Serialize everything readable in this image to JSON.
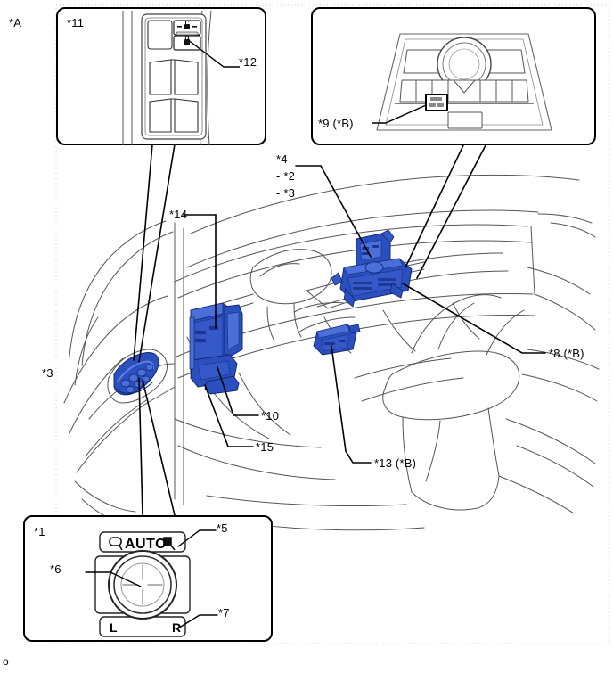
{
  "diagram": {
    "type": "automotive-service-manual-component-location",
    "subject": "Vehicle interior component location diagram",
    "outer_marker_top_left": "*A",
    "outer_marker_bottom_left": "o",
    "colors": {
      "highlight_blue": "#2a4fbf",
      "highlight_blue_dark": "#1b3590",
      "highlight_blue_light": "#4a6fd8",
      "line": "#000000",
      "outline_gray": "#555555"
    }
  },
  "panels": {
    "door_switch_panel": {
      "name": "door-trim-power-window-switch-inset",
      "callout": "*11",
      "detail_callout": "*12",
      "switch_labels": {
        "lock_top": "lock-icon-unlock",
        "lock_bottom": "lock-icon-lock"
      }
    },
    "center_cluster_panel": {
      "name": "instrument-center-cluster-inset",
      "callout": "*9 (*B)"
    },
    "mirror_switch_panel": {
      "name": "outer-mirror-switch-inset",
      "callout": "*1",
      "auto_label": "AUTO",
      "left_label": "L",
      "right_label": "R",
      "callouts": {
        "auto_button": "*5",
        "joystick": "*6",
        "lr_selector": "*7"
      }
    }
  },
  "main_view": {
    "name": "vehicle-interior-cutaway",
    "callouts": [
      {
        "id": "c4",
        "text": "*4"
      },
      {
        "id": "c2",
        "text": "-  *2"
      },
      {
        "id": "c3top",
        "text": "-  *3"
      },
      {
        "id": "c14",
        "text": "*14"
      },
      {
        "id": "c3left",
        "text": "*3"
      },
      {
        "id": "c10",
        "text": "*10"
      },
      {
        "id": "c15",
        "text": "*15"
      },
      {
        "id": "c8",
        "text": "*8 (*B)"
      },
      {
        "id": "c13",
        "text": "*13 (*B)"
      }
    ]
  }
}
